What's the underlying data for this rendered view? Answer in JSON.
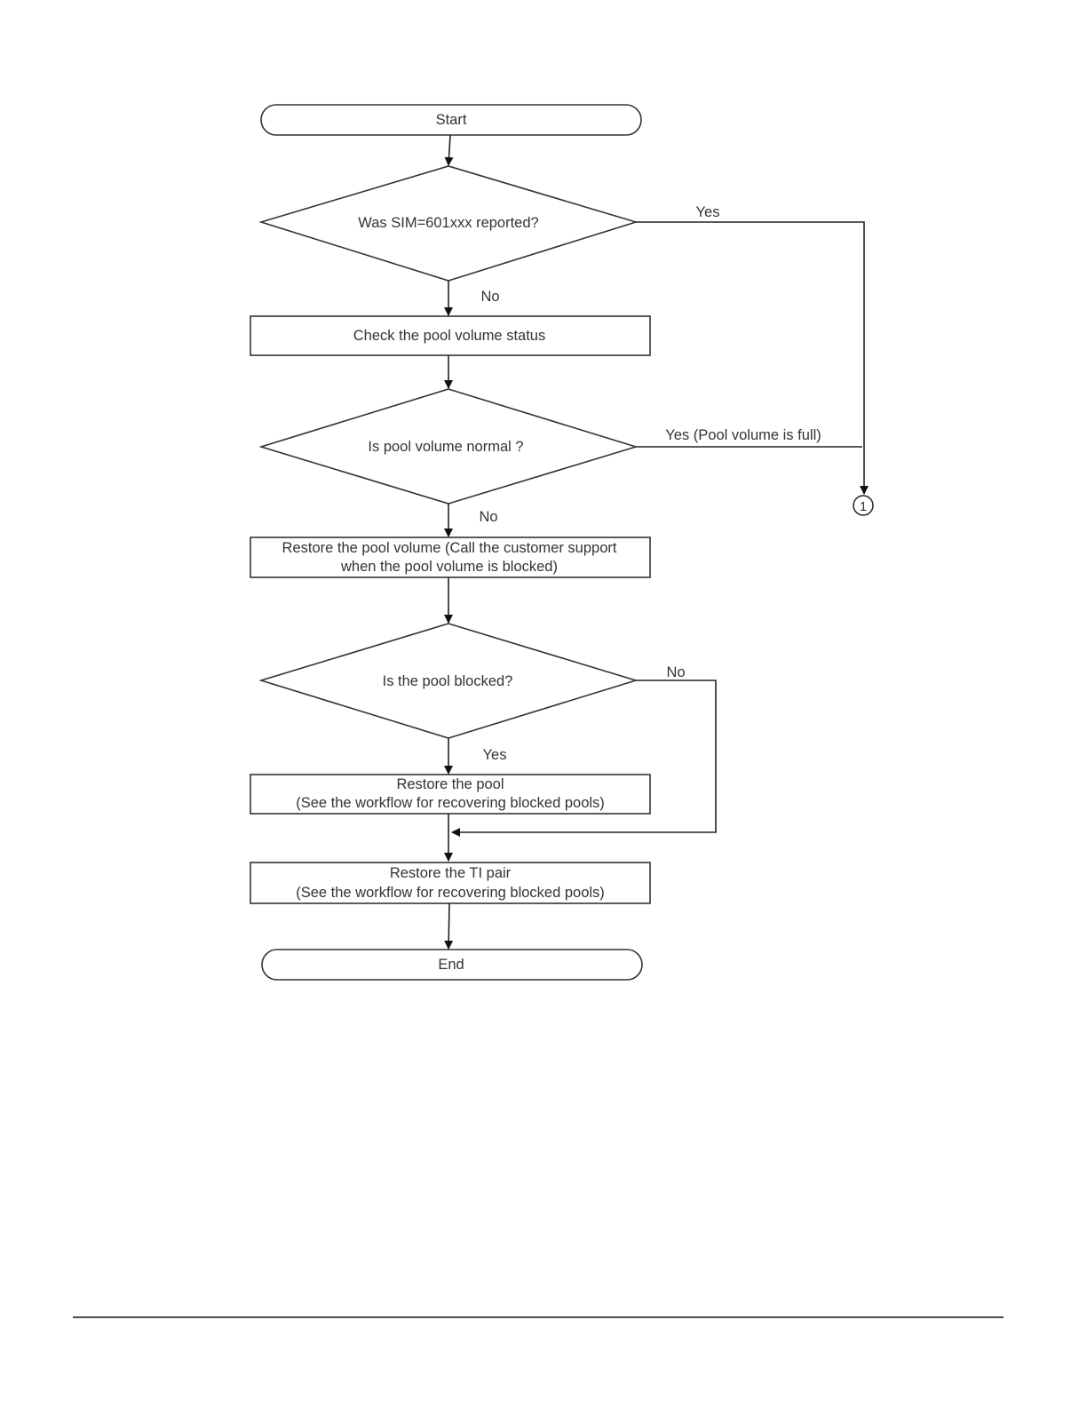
{
  "flowchart": {
    "start": "Start",
    "decision_sim": "Was SIM=601xxx reported?",
    "decision_sim_yes": "Yes",
    "decision_sim_no": "No",
    "check_pool": "Check the pool volume status",
    "decision_pool_normal": "Is pool volume normal ?",
    "decision_pool_normal_yes": "Yes (Pool volume is full)",
    "decision_pool_normal_no": "No",
    "connector": "1",
    "restore_volume_line1": "Restore the pool volume (Call the customer support",
    "restore_volume_line2": "when the pool volume is blocked)",
    "decision_blocked": "Is the pool blocked?",
    "decision_blocked_no": "No",
    "decision_blocked_yes": "Yes",
    "restore_pool_line1": "Restore the pool",
    "restore_pool_line2": "(See the workflow for recovering blocked pools)",
    "restore_ti_line1": "Restore the TI pair",
    "restore_ti_line2": "(See the workflow for recovering blocked pools)",
    "end": "End"
  }
}
